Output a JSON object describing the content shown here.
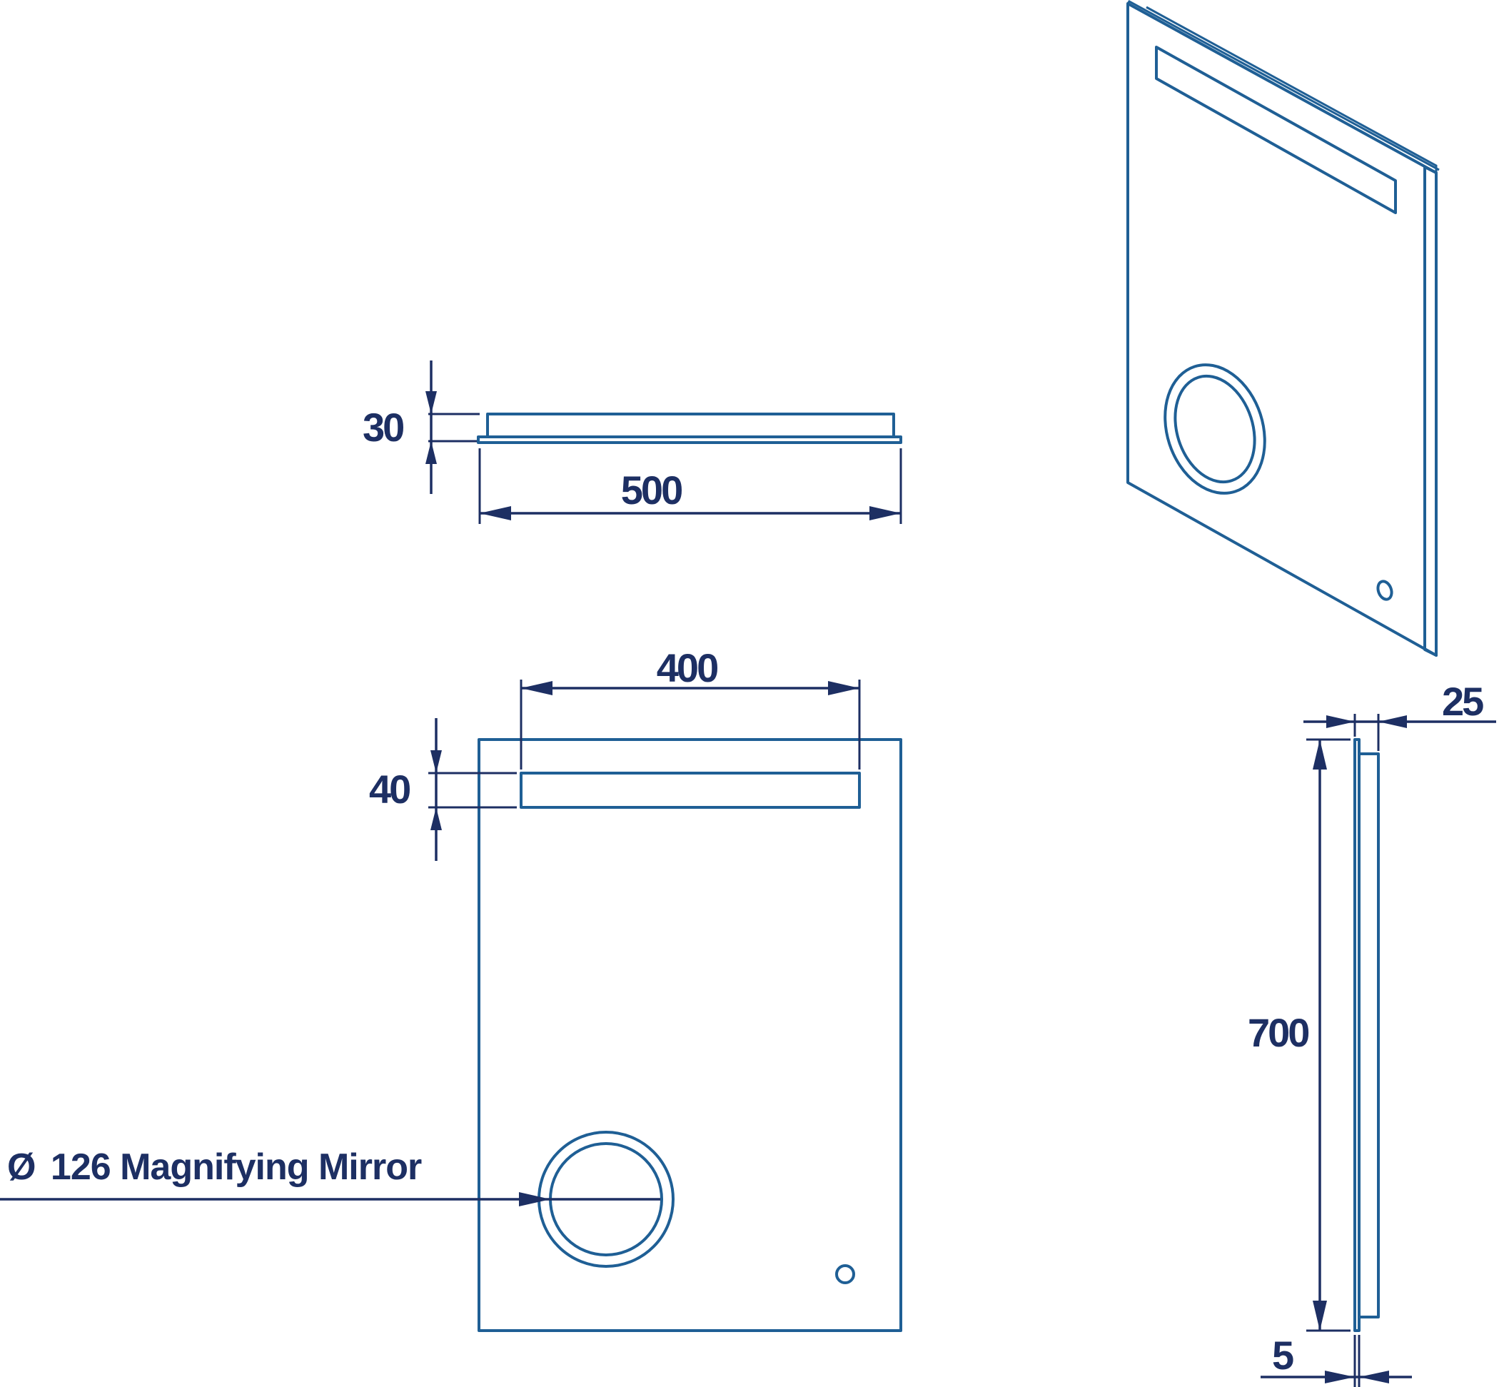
{
  "dimensions": {
    "top_view_depth": "30",
    "top_view_width": "500",
    "light_strip_width": "400",
    "light_strip_height": "40",
    "side_view_height": "700",
    "side_view_depth": "25",
    "glass_thickness": "5"
  },
  "callouts": {
    "magnifier_symbol": "Ø",
    "magnifier_label": "126 Magnifying Mirror"
  },
  "colors": {
    "outline": "#1f5f95",
    "dimension": "#1d2f63",
    "background": "#ffffff"
  }
}
